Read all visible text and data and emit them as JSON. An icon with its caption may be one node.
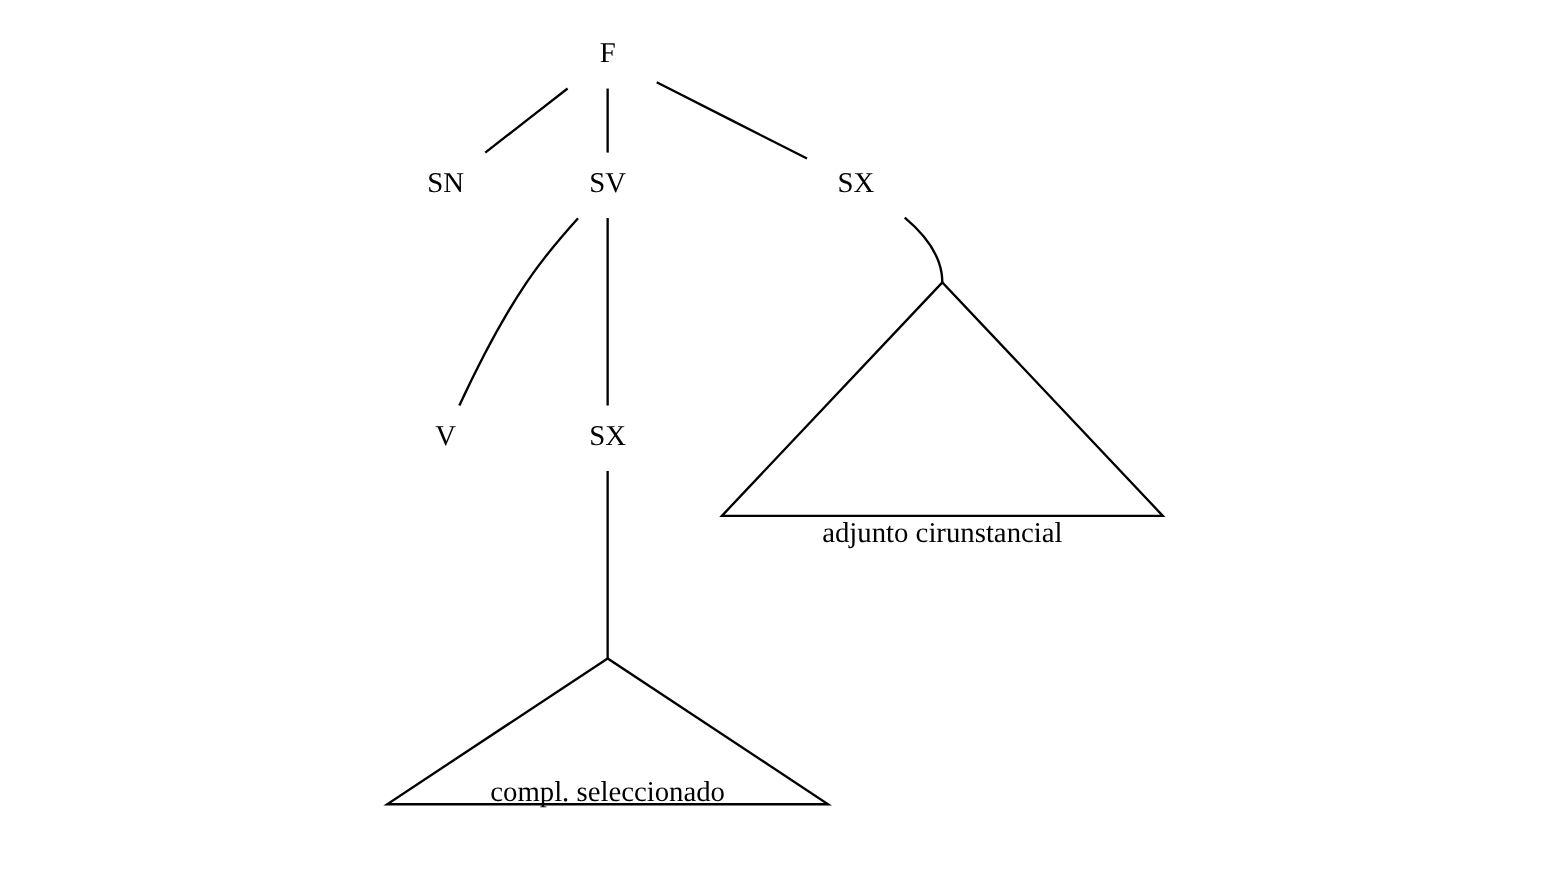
{
  "diagram": {
    "nodes": [
      {
        "text": [
          "F"
        ]
      },
      {
        "text": [
          "SN"
        ]
      },
      {
        "text": [
          "SV"
        ]
      },
      {
        "text": [
          "SX"
        ]
      },
      {
        "text": [
          "V"
        ]
      },
      {
        "text": [
          "SX"
        ]
      },
      {
        "text": [
          "compl. seleccionado"
        ]
      },
      {
        "text": [
          "adjunto cirunstancial"
        ]
      }
    ],
    "edges": [
      {
        "from": 0,
        "to": 1,
        "arrow": "none"
      },
      {
        "from": 0,
        "to": 2,
        "arrow": "none"
      },
      {
        "from": 0,
        "to": 3,
        "arrow": "none"
      },
      {
        "from": 2,
        "to": 4,
        "arrow": "none"
      },
      {
        "from": 2,
        "to": 5,
        "arrow": "none"
      },
      {
        "from": 5,
        "to": 6,
        "arrow": "none"
      },
      {
        "from": 3,
        "to": 7,
        "arrow": "none"
      }
    ]
  }
}
